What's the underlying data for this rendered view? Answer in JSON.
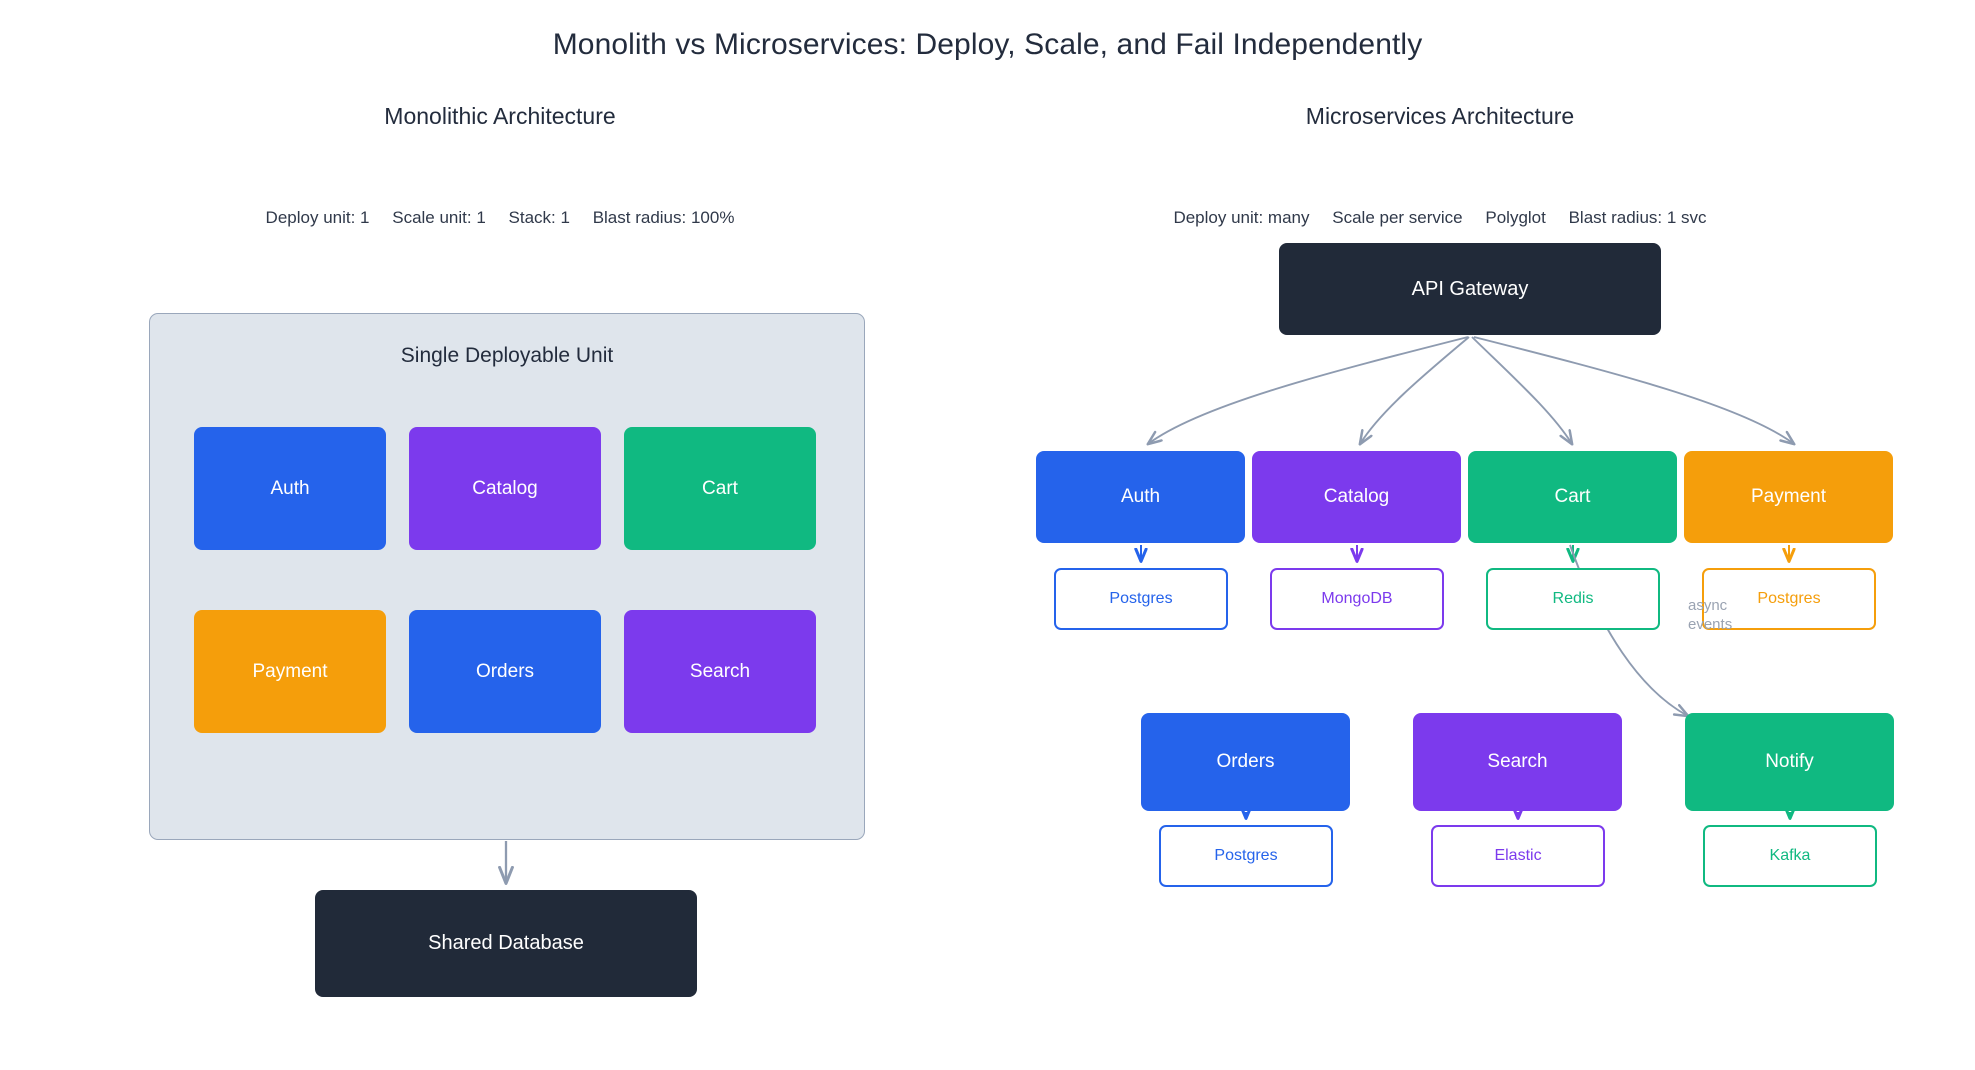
{
  "title": "Monolith vs Microservices: Deploy, Scale, and Fail Independently",
  "colors": {
    "blue": "#2563eb",
    "purple": "#7c3aed",
    "green": "#10b981",
    "orange": "#f59e0b",
    "dark": "#212a39",
    "container_fill": "#dfe5ec",
    "container_border": "#9aa7bb",
    "edge_gray": "#8e9bb0",
    "muted_text": "#9aa3b2"
  },
  "left_panel": {
    "title": "Monolithic Architecture",
    "meta": [
      "Deploy unit: 1",
      "Scale unit: 1",
      "Stack: 1",
      "Blast radius: 100%"
    ],
    "container_label": "Single Deployable Unit",
    "modules": [
      {
        "label": "Auth",
        "color": "#2563eb"
      },
      {
        "label": "Catalog",
        "color": "#7c3aed"
      },
      {
        "label": "Cart",
        "color": "#10b981"
      },
      {
        "label": "Payment",
        "color": "#f59e0b"
      },
      {
        "label": "Orders",
        "color": "#2563eb"
      },
      {
        "label": "Search",
        "color": "#7c3aed"
      }
    ],
    "database": {
      "label": "Shared Database",
      "color": "#212a39"
    }
  },
  "right_panel": {
    "title": "Microservices Architecture",
    "meta": [
      "Deploy unit: many",
      "Scale per service",
      "Polyglot",
      "Blast radius: 1 svc"
    ],
    "gateway": {
      "label": "API Gateway",
      "color": "#212a39"
    },
    "services": [
      {
        "label": "Auth",
        "color": "#2563eb",
        "db": "Postgres"
      },
      {
        "label": "Catalog",
        "color": "#7c3aed",
        "db": "MongoDB"
      },
      {
        "label": "Cart",
        "color": "#10b981",
        "db": "Redis"
      },
      {
        "label": "Payment",
        "color": "#f59e0b",
        "db": "Postgres"
      },
      {
        "label": "Orders",
        "color": "#2563eb",
        "db": "Postgres"
      },
      {
        "label": "Search",
        "color": "#7c3aed",
        "db": "Elastic"
      },
      {
        "label": "Notify",
        "color": "#10b981",
        "db": "Kafka"
      }
    ],
    "async_edge_label": "async events"
  }
}
